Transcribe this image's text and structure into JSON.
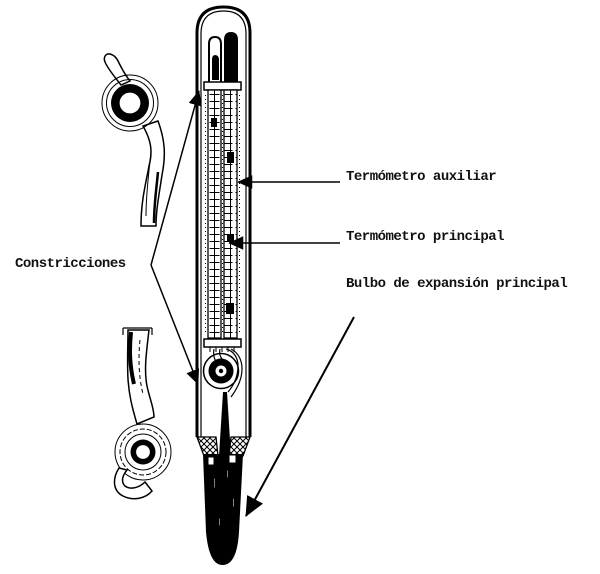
{
  "figure": {
    "background": "#ffffff",
    "ink": "#000000",
    "labels": {
      "constricciones": "Constricciones",
      "termometro_auxiliar": "Termómetro auxiliar",
      "termometro_principal": "Termómetro principal",
      "bulbo": "Bulbo de expansión principal"
    }
  }
}
